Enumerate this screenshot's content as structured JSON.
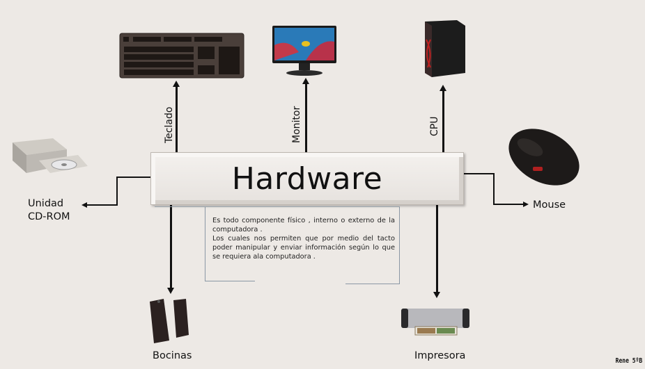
{
  "diagram": {
    "center": {
      "title": "Hardware"
    },
    "description": {
      "paragraph1": "Es todo componente físico , interno o externo de la computadora .",
      "paragraph2": "Los cuales nos permiten que por medio del tacto poder manipular y enviar información según lo que se requiera ala computadora ."
    },
    "nodes": [
      {
        "id": "teclado",
        "label": "Teclado",
        "icon": "keyboard-icon",
        "position": "top-left"
      },
      {
        "id": "monitor",
        "label": "Monitor",
        "icon": "monitor-icon",
        "position": "top-center"
      },
      {
        "id": "cpu",
        "label": "CPU",
        "icon": "cpu-tower-icon",
        "position": "top-right"
      },
      {
        "id": "cdrom",
        "label_line1": "Unidad",
        "label_line2": "CD-ROM",
        "icon": "cd-rom-drive-icon",
        "position": "left"
      },
      {
        "id": "mouse",
        "label": "Mouse",
        "icon": "mouse-icon",
        "position": "right"
      },
      {
        "id": "bocinas",
        "label": "Bocinas",
        "icon": "speakers-icon",
        "position": "bottom-left"
      },
      {
        "id": "impresora",
        "label": "Impresora",
        "icon": "printer-icon",
        "position": "bottom-right"
      }
    ],
    "signature": "Rene 5ºB"
  }
}
